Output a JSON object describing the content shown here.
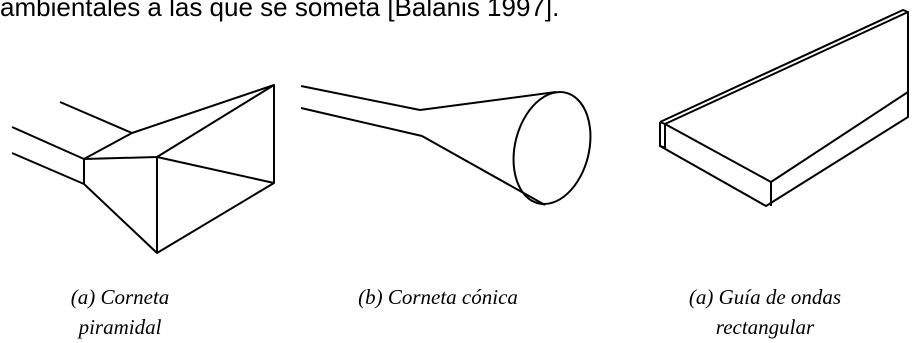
{
  "header": {
    "text": "ambientales a las que se someta [Balanis 1997]."
  },
  "figures": [
    {
      "caption_line1": "(a) Corneta",
      "caption_line2": "piramidal"
    },
    {
      "caption_line1": "(b) Corneta cónica",
      "caption_line2": ""
    },
    {
      "caption_line1": "(a) Guía de ondas",
      "caption_line2": "rectangular"
    }
  ]
}
